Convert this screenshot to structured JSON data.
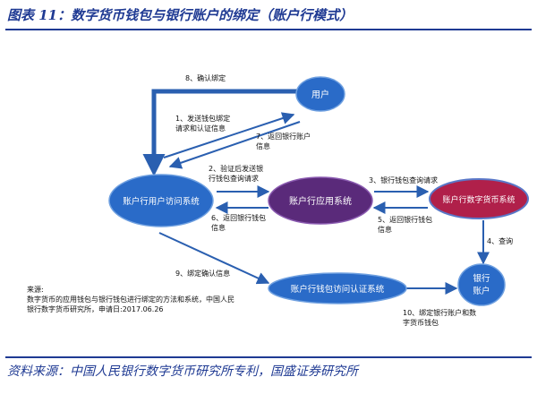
{
  "title": "图表 11：数字货币钱包与银行账户的绑定（账户行模式）",
  "footer": "资料来源：中国人民银行数字货币研究所专利，国盛证券研究所",
  "colors": {
    "blue_node": "#2a6bc8",
    "purple_node": "#5a2a7a",
    "red_node": "#b0204a",
    "arrow": "#2a5fb0",
    "title": "#1f3a93"
  },
  "nodes": {
    "user": "用户",
    "access_system": "账户行用户访问系统",
    "app_system": "账户行应用系统",
    "currency_system": "账户行数字货币系统",
    "auth_system": "账户行钱包访问认证系统",
    "bank_account": [
      "银行",
      "账户"
    ]
  },
  "labels": {
    "l1": [
      "1、发送钱包绑定",
      "请求和认证信息"
    ],
    "l2": [
      "2、验证后发送银",
      "行钱包查询请求"
    ],
    "l3": [
      "3、银行钱包查询请求"
    ],
    "l4": [
      "4、查询"
    ],
    "l5": [
      "5、返回银行钱包",
      "信息"
    ],
    "l6": [
      "6、返回银行钱包",
      "信息"
    ],
    "l7": [
      "7、返回银行账户",
      "信息"
    ],
    "l8": [
      "8、确认绑定"
    ],
    "l9": [
      "9、绑定确认信息"
    ],
    "l10": [
      "10、绑定银行账户和数",
      "字货币钱包"
    ]
  },
  "note": [
    "来源:",
    "数字货币的应用钱包与银行钱包进行绑定的方法和系统，中国人民",
    "银行数字货币研究所，申请日:2017.06.26"
  ]
}
